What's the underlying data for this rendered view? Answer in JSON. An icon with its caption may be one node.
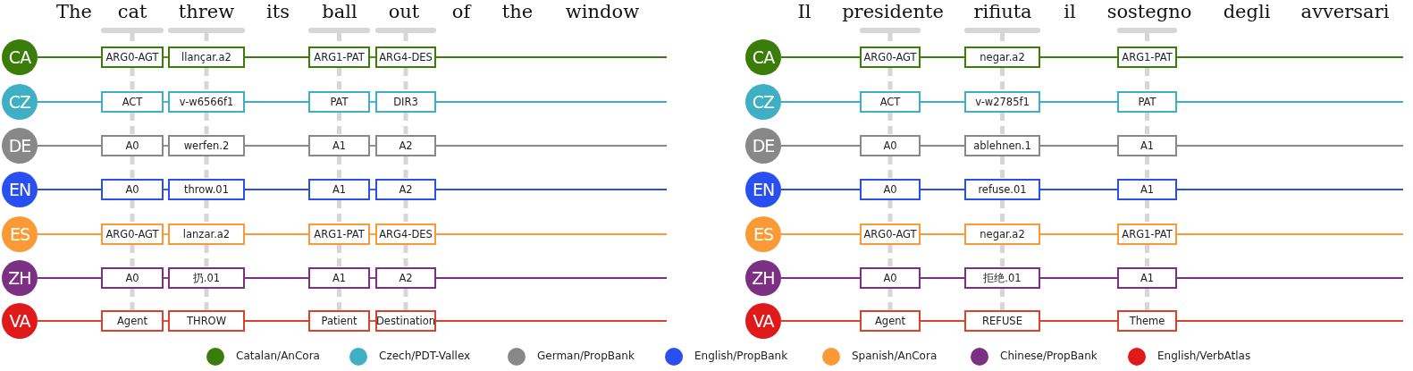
{
  "diagram": {
    "nodes": [
      {
        "text": [
          "CA"
        ]
      },
      {
        "text": [
          "ARG0-AGT"
        ]
      },
      {
        "text": [
          "llançar.a2"
        ]
      },
      {
        "text": [
          "ARG1-PAT"
        ]
      },
      {
        "text": [
          "ARG4-DES"
        ]
      },
      {
        "text": [
          "CZ"
        ]
      },
      {
        "text": [
          "ACT"
        ]
      },
      {
        "text": [
          "v-w6566f1"
        ]
      },
      {
        "text": [
          "PAT"
        ]
      },
      {
        "text": [
          "DIR3"
        ]
      },
      {
        "text": [
          "DE"
        ]
      },
      {
        "text": [
          "A0"
        ]
      },
      {
        "text": [
          "werfen.2"
        ]
      },
      {
        "text": [
          "A1"
        ]
      },
      {
        "text": [
          "A2"
        ]
      },
      {
        "text": [
          "EN"
        ]
      },
      {
        "text": [
          "A0"
        ]
      },
      {
        "text": [
          "throw.01"
        ]
      },
      {
        "text": [
          "A1"
        ]
      },
      {
        "text": [
          "A2"
        ]
      },
      {
        "text": [
          "ES"
        ]
      },
      {
        "text": [
          "ARG0-AGT"
        ]
      },
      {
        "text": [
          "lanzar.a2"
        ]
      },
      {
        "text": [
          "ARG1-PAT"
        ]
      },
      {
        "text": [
          "ARG4-DES"
        ]
      },
      {
        "text": [
          "ZH"
        ]
      },
      {
        "text": [
          "A0"
        ]
      },
      {
        "text": [
          "扔.01"
        ]
      },
      {
        "text": [
          "A1"
        ]
      },
      {
        "text": [
          "A2"
        ]
      },
      {
        "text": [
          "VA"
        ]
      },
      {
        "text": [
          "Agent"
        ]
      },
      {
        "text": [
          "THROW"
        ]
      },
      {
        "text": [
          "Patient"
        ]
      },
      {
        "text": [
          "Destination"
        ]
      },
      {
        "text": [
          "CA"
        ]
      },
      {
        "text": [
          "ARG0-AGT"
        ]
      },
      {
        "text": [
          "negar.a2"
        ]
      },
      {
        "text": [
          "ARG1-PAT"
        ]
      },
      {
        "text": [
          "CZ"
        ]
      },
      {
        "text": [
          "ACT"
        ]
      },
      {
        "text": [
          "v-w2785f1"
        ]
      },
      {
        "text": [
          "PAT"
        ]
      },
      {
        "text": [
          "DE"
        ]
      },
      {
        "text": [
          "A0"
        ]
      },
      {
        "text": [
          "ablehnen.1"
        ]
      },
      {
        "text": [
          "A1"
        ]
      },
      {
        "text": [
          "EN"
        ]
      },
      {
        "text": [
          "A0"
        ]
      },
      {
        "text": [
          "refuse.01"
        ]
      },
      {
        "text": [
          "A1"
        ]
      },
      {
        "text": [
          "ES"
        ]
      },
      {
        "text": [
          "ARG0-AGT"
        ]
      },
      {
        "text": [
          "negar.a2"
        ]
      },
      {
        "text": [
          "ARG1-PAT"
        ]
      },
      {
        "text": [
          "ZH"
        ]
      },
      {
        "text": [
          "A0"
        ]
      },
      {
        "text": [
          "拒绝.01"
        ]
      },
      {
        "text": [
          "A1"
        ]
      },
      {
        "text": [
          "VA"
        ]
      },
      {
        "text": [
          "Agent"
        ]
      },
      {
        "text": [
          "REFUSE"
        ]
      },
      {
        "text": [
          "Theme"
        ]
      },
      {
        "text": [],
        "shape": "bar"
      },
      {
        "text": [],
        "shape": "bar"
      },
      {
        "text": [],
        "shape": "bar"
      },
      {
        "text": [],
        "shape": "bar"
      },
      {
        "text": [],
        "shape": "bar"
      },
      {
        "text": [],
        "shape": "bar"
      },
      {
        "text": [],
        "shape": "bar"
      }
    ],
    "edges": [
      {
        "from": 0,
        "to": 1,
        "arrow": "none",
        "color": "#3a7d0a"
      },
      {
        "from": 1,
        "to": 2,
        "arrow": "none",
        "color": "#3a7d0a"
      },
      {
        "from": 2,
        "to": 3,
        "arrow": "none",
        "color": "#3a7d0a"
      },
      {
        "from": 3,
        "to": 4,
        "arrow": "none",
        "color": "#3a7d0a"
      },
      {
        "from": 4,
        "to": null,
        "arrow": "none",
        "color": "#3a7d0a"
      },
      {
        "from": 5,
        "to": 6,
        "arrow": "none",
        "color": "#3fb0c4"
      },
      {
        "from": 6,
        "to": 7,
        "arrow": "none",
        "color": "#3fb0c4"
      },
      {
        "from": 7,
        "to": 8,
        "arrow": "none",
        "color": "#3fb0c4"
      },
      {
        "from": 8,
        "to": 9,
        "arrow": "none",
        "color": "#3fb0c4"
      },
      {
        "from": 9,
        "to": null,
        "arrow": "none",
        "color": "#3fb0c4"
      },
      {
        "from": 10,
        "to": 11,
        "arrow": "none",
        "color": "#888888"
      },
      {
        "from": 11,
        "to": 12,
        "arrow": "none",
        "color": "#888888"
      },
      {
        "from": 12,
        "to": 13,
        "arrow": "none",
        "color": "#888888"
      },
      {
        "from": 13,
        "to": 14,
        "arrow": "none",
        "color": "#888888"
      },
      {
        "from": 14,
        "to": null,
        "arrow": "none",
        "color": "#888888"
      },
      {
        "from": 15,
        "to": 16,
        "arrow": "none",
        "color": "#2a4ff0"
      },
      {
        "from": 16,
        "to": 17,
        "arrow": "none",
        "color": "#2a4ff0"
      },
      {
        "from": 17,
        "to": 18,
        "arrow": "none",
        "color": "#2a4ff0"
      },
      {
        "from": 18,
        "to": 19,
        "arrow": "none",
        "color": "#2a4ff0"
      },
      {
        "from": 19,
        "to": null,
        "arrow": "none",
        "color": "#2a4ff0"
      },
      {
        "from": 20,
        "to": 21,
        "arrow": "none",
        "color": "#f99a36"
      },
      {
        "from": 21,
        "to": 22,
        "arrow": "none",
        "color": "#f99a36"
      },
      {
        "from": 22,
        "to": 23,
        "arrow": "none",
        "color": "#f99a36"
      },
      {
        "from": 23,
        "to": 24,
        "arrow": "none",
        "color": "#f99a36"
      },
      {
        "from": 24,
        "to": null,
        "arrow": "none",
        "color": "#f99a36"
      },
      {
        "from": 25,
        "to": 26,
        "arrow": "none",
        "color": "#7b3083"
      },
      {
        "from": 26,
        "to": 27,
        "arrow": "none",
        "color": "#7b3083"
      },
      {
        "from": 27,
        "to": 28,
        "arrow": "none",
        "color": "#7b3083"
      },
      {
        "from": 28,
        "to": 29,
        "arrow": "none",
        "color": "#7b3083"
      },
      {
        "from": 29,
        "to": null,
        "arrow": "none",
        "color": "#7b3083"
      },
      {
        "from": 30,
        "to": 31,
        "arrow": "none",
        "color": "#d9432c"
      },
      {
        "from": 31,
        "to": 32,
        "arrow": "none",
        "color": "#d9432c"
      },
      {
        "from": 32,
        "to": 33,
        "arrow": "none",
        "color": "#d9432c"
      },
      {
        "from": 33,
        "to": 34,
        "arrow": "none",
        "color": "#d9432c"
      },
      {
        "from": 34,
        "to": null,
        "arrow": "none",
        "color": "#d9432c"
      },
      {
        "from": 35,
        "to": 36,
        "arrow": "none",
        "color": "#3a7d0a"
      },
      {
        "from": 36,
        "to": 37,
        "arrow": "none",
        "color": "#3a7d0a"
      },
      {
        "from": 37,
        "to": 38,
        "arrow": "none",
        "color": "#3a7d0a"
      },
      {
        "from": 38,
        "to": null,
        "arrow": "none",
        "color": "#3a7d0a"
      },
      {
        "from": 39,
        "to": 40,
        "arrow": "none",
        "color": "#3fb0c4"
      },
      {
        "from": 40,
        "to": 41,
        "arrow": "none",
        "color": "#3fb0c4"
      },
      {
        "from": 41,
        "to": 42,
        "arrow": "none",
        "color": "#3fb0c4"
      },
      {
        "from": 42,
        "to": null,
        "arrow": "none",
        "color": "#3fb0c4"
      },
      {
        "from": 43,
        "to": 44,
        "arrow": "none",
        "color": "#888888"
      },
      {
        "from": 44,
        "to": 45,
        "arrow": "none",
        "color": "#888888"
      },
      {
        "from": 45,
        "to": 46,
        "arrow": "none",
        "color": "#888888"
      },
      {
        "from": 46,
        "to": null,
        "arrow": "none",
        "color": "#888888"
      },
      {
        "from": 47,
        "to": 48,
        "arrow": "none",
        "color": "#2a4ff0"
      },
      {
        "from": 48,
        "to": 49,
        "arrow": "none",
        "color": "#2a4ff0"
      },
      {
        "from": 49,
        "to": 50,
        "arrow": "none",
        "color": "#2a4ff0"
      },
      {
        "from": 50,
        "to": null,
        "arrow": "none",
        "color": "#2a4ff0"
      },
      {
        "from": 51,
        "to": 52,
        "arrow": "none",
        "color": "#f99a36"
      },
      {
        "from": 52,
        "to": 53,
        "arrow": "none",
        "color": "#f99a36"
      },
      {
        "from": 53,
        "to": 54,
        "arrow": "none",
        "color": "#f99a36"
      },
      {
        "from": 54,
        "to": null,
        "arrow": "none",
        "color": "#f99a36"
      },
      {
        "from": 55,
        "to": 56,
        "arrow": "none",
        "color": "#7b3083"
      },
      {
        "from": 56,
        "to": 57,
        "arrow": "none",
        "color": "#7b3083"
      },
      {
        "from": 57,
        "to": 58,
        "arrow": "none",
        "color": "#7b3083"
      },
      {
        "from": 58,
        "to": null,
        "arrow": "none",
        "color": "#7b3083"
      },
      {
        "from": 59,
        "to": 60,
        "arrow": "none",
        "color": "#d9432c"
      },
      {
        "from": 60,
        "to": 61,
        "arrow": "none",
        "color": "#d9432c"
      },
      {
        "from": 61,
        "to": 62,
        "arrow": "none",
        "color": "#d9432c"
      },
      {
        "from": 62,
        "to": null,
        "arrow": "none",
        "color": "#d9432c"
      },
      {
        "from": 63,
        "to": 1,
        "arrow": "none",
        "style": "dashed",
        "color": "#d6d6d6"
      },
      {
        "from": 1,
        "to": 6,
        "arrow": "none",
        "style": "dashed",
        "color": "#d6d6d6"
      },
      {
        "from": 6,
        "to": 11,
        "arrow": "none",
        "style": "dashed",
        "color": "#d6d6d6"
      },
      {
        "from": 11,
        "to": 16,
        "arrow": "none",
        "style": "dashed",
        "color": "#d6d6d6"
      },
      {
        "from": 16,
        "to": 21,
        "arrow": "none",
        "style": "dashed",
        "color": "#d6d6d6"
      },
      {
        "from": 21,
        "to": 26,
        "arrow": "none",
        "style": "dashed",
        "color": "#d6d6d6"
      },
      {
        "from": 26,
        "to": 31,
        "arrow": "none",
        "style": "dashed",
        "color": "#d6d6d6"
      },
      {
        "from": 64,
        "to": 2,
        "arrow": "none",
        "style": "dashed",
        "color": "#d6d6d6"
      },
      {
        "from": 2,
        "to": 7,
        "arrow": "none",
        "style": "dashed",
        "color": "#d6d6d6"
      },
      {
        "from": 7,
        "to": 12,
        "arrow": "none",
        "style": "dashed",
        "color": "#d6d6d6"
      },
      {
        "from": 12,
        "to": 17,
        "arrow": "none",
        "style": "dashed",
        "color": "#d6d6d6"
      },
      {
        "from": 17,
        "to": 22,
        "arrow": "none",
        "style": "dashed",
        "color": "#d6d6d6"
      },
      {
        "from": 22,
        "to": 27,
        "arrow": "none",
        "style": "dashed",
        "color": "#d6d6d6"
      },
      {
        "from": 27,
        "to": 32,
        "arrow": "none",
        "style": "dashed",
        "color": "#d6d6d6"
      },
      {
        "from": 65,
        "to": 3,
        "arrow": "none",
        "style": "dashed",
        "color": "#d6d6d6"
      },
      {
        "from": 3,
        "to": 8,
        "arrow": "none",
        "style": "dashed",
        "color": "#d6d6d6"
      },
      {
        "from": 8,
        "to": 13,
        "arrow": "none",
        "style": "dashed",
        "color": "#d6d6d6"
      },
      {
        "from": 13,
        "to": 18,
        "arrow": "none",
        "style": "dashed",
        "color": "#d6d6d6"
      },
      {
        "from": 18,
        "to": 23,
        "arrow": "none",
        "style": "dashed",
        "color": "#d6d6d6"
      },
      {
        "from": 23,
        "to": 28,
        "arrow": "none",
        "style": "dashed",
        "color": "#d6d6d6"
      },
      {
        "from": 28,
        "to": 33,
        "arrow": "none",
        "style": "dashed",
        "color": "#d6d6d6"
      },
      {
        "from": 66,
        "to": 4,
        "arrow": "none",
        "style": "dashed",
        "color": "#d6d6d6"
      },
      {
        "from": 4,
        "to": 9,
        "arrow": "none",
        "style": "dashed",
        "color": "#d6d6d6"
      },
      {
        "from": 9,
        "to": 14,
        "arrow": "none",
        "style": "dashed",
        "color": "#d6d6d6"
      },
      {
        "from": 14,
        "to": 19,
        "arrow": "none",
        "style": "dashed",
        "color": "#d6d6d6"
      },
      {
        "from": 19,
        "to": 24,
        "arrow": "none",
        "style": "dashed",
        "color": "#d6d6d6"
      },
      {
        "from": 24,
        "to": 29,
        "arrow": "none",
        "style": "dashed",
        "color": "#d6d6d6"
      },
      {
        "from": 29,
        "to": 34,
        "arrow": "none",
        "style": "dashed",
        "color": "#d6d6d6"
      },
      {
        "from": 67,
        "to": 36,
        "arrow": "none",
        "style": "dashed",
        "color": "#d6d6d6"
      },
      {
        "from": 36,
        "to": 40,
        "arrow": "none",
        "style": "dashed",
        "color": "#d6d6d6"
      },
      {
        "from": 40,
        "to": 44,
        "arrow": "none",
        "style": "dashed",
        "color": "#d6d6d6"
      },
      {
        "from": 44,
        "to": 48,
        "arrow": "none",
        "style": "dashed",
        "color": "#d6d6d6"
      },
      {
        "from": 48,
        "to": 52,
        "arrow": "none",
        "style": "dashed",
        "color": "#d6d6d6"
      },
      {
        "from": 52,
        "to": 56,
        "arrow": "none",
        "style": "dashed",
        "color": "#d6d6d6"
      },
      {
        "from": 56,
        "to": 60,
        "arrow": "none",
        "style": "dashed",
        "color": "#d6d6d6"
      },
      {
        "from": 68,
        "to": 37,
        "arrow": "none",
        "style": "dashed",
        "color": "#d6d6d6"
      },
      {
        "from": 37,
        "to": 41,
        "arrow": "none",
        "style": "dashed",
        "color": "#d6d6d6"
      },
      {
        "from": 41,
        "to": 45,
        "arrow": "none",
        "style": "dashed",
        "color": "#d6d6d6"
      },
      {
        "from": 45,
        "to": 49,
        "arrow": "none",
        "style": "dashed",
        "color": "#d6d6d6"
      },
      {
        "from": 49,
        "to": 53,
        "arrow": "none",
        "style": "dashed",
        "color": "#d6d6d6"
      },
      {
        "from": 53,
        "to": 57,
        "arrow": "none",
        "style": "dashed",
        "color": "#d6d6d6"
      },
      {
        "from": 57,
        "to": 61,
        "arrow": "none",
        "style": "dashed",
        "color": "#d6d6d6"
      },
      {
        "from": 69,
        "to": 38,
        "arrow": "none",
        "style": "dashed",
        "color": "#d6d6d6"
      },
      {
        "from": 38,
        "to": 42,
        "arrow": "none",
        "style": "dashed",
        "color": "#d6d6d6"
      },
      {
        "from": 42,
        "to": 46,
        "arrow": "none",
        "style": "dashed",
        "color": "#d6d6d6"
      },
      {
        "from": 46,
        "to": 50,
        "arrow": "none",
        "style": "dashed",
        "color": "#d6d6d6"
      },
      {
        "from": 50,
        "to": 54,
        "arrow": "none",
        "style": "dashed",
        "color": "#d6d6d6"
      },
      {
        "from": 54,
        "to": 58,
        "arrow": "none",
        "style": "dashed",
        "color": "#d6d6d6"
      },
      {
        "from": 58,
        "to": 62,
        "arrow": "none",
        "style": "dashed",
        "color": "#d6d6d6"
      }
    ],
    "labels": [
      "The",
      "cat",
      "threw",
      "its",
      "ball",
      "out",
      "of",
      "the",
      "window",
      "Il",
      "presidente",
      "rifiuta",
      "il",
      "sostegno",
      "degli",
      "avversari"
    ],
    "legend": [
      {
        "text": "Catalan/AnCora",
        "color": "#3a7d0a"
      },
      {
        "text": "Czech/PDT-Vallex",
        "color": "#3fb0c4"
      },
      {
        "text": "German/PropBank",
        "color": "#888888"
      },
      {
        "text": "English/PropBank",
        "color": "#2a4ff0"
      },
      {
        "text": "Spanish/AnCora",
        "color": "#f99a36"
      },
      {
        "text": "Chinese/PropBank",
        "color": "#7b3083"
      },
      {
        "text": "English/VerbAtlas",
        "color": "#e01a1a"
      }
    ]
  }
}
